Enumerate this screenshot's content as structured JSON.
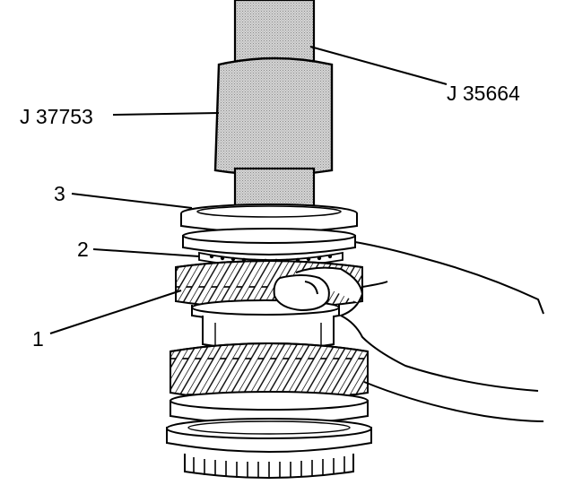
{
  "labels": {
    "tool_upper": "J 35664",
    "tool_lower": "J 37753",
    "part_3": "3",
    "part_2": "2",
    "part_1": "1"
  },
  "colors": {
    "ink": "#000000",
    "paper": "#ffffff",
    "tool_shade": "#c9c9c9"
  }
}
